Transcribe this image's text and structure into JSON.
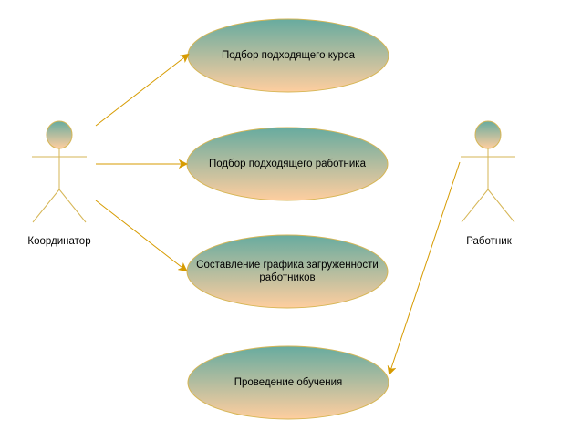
{
  "actors": [
    {
      "id": "coordinator",
      "label": "Координатор"
    },
    {
      "id": "worker",
      "label": "Работник"
    }
  ],
  "use_cases": [
    {
      "id": "uc1",
      "label": "Подбор подходящего курса"
    },
    {
      "id": "uc2",
      "label": "Подбор подходящего работника"
    },
    {
      "id": "uc3",
      "label": "Составление графика загруженности работников"
    },
    {
      "id": "uc4",
      "label": "Проведение обучения"
    }
  ],
  "associations": [
    {
      "from": "coordinator",
      "to": "uc1"
    },
    {
      "from": "coordinator",
      "to": "uc2"
    },
    {
      "from": "coordinator",
      "to": "uc3"
    },
    {
      "from": "worker",
      "to": "uc4"
    }
  ],
  "colors": {
    "gradient_top": "#67AB9F",
    "gradient_bottom": "#FFCE9F",
    "stroke": "#D6B656",
    "arrow": "#D79B00"
  }
}
